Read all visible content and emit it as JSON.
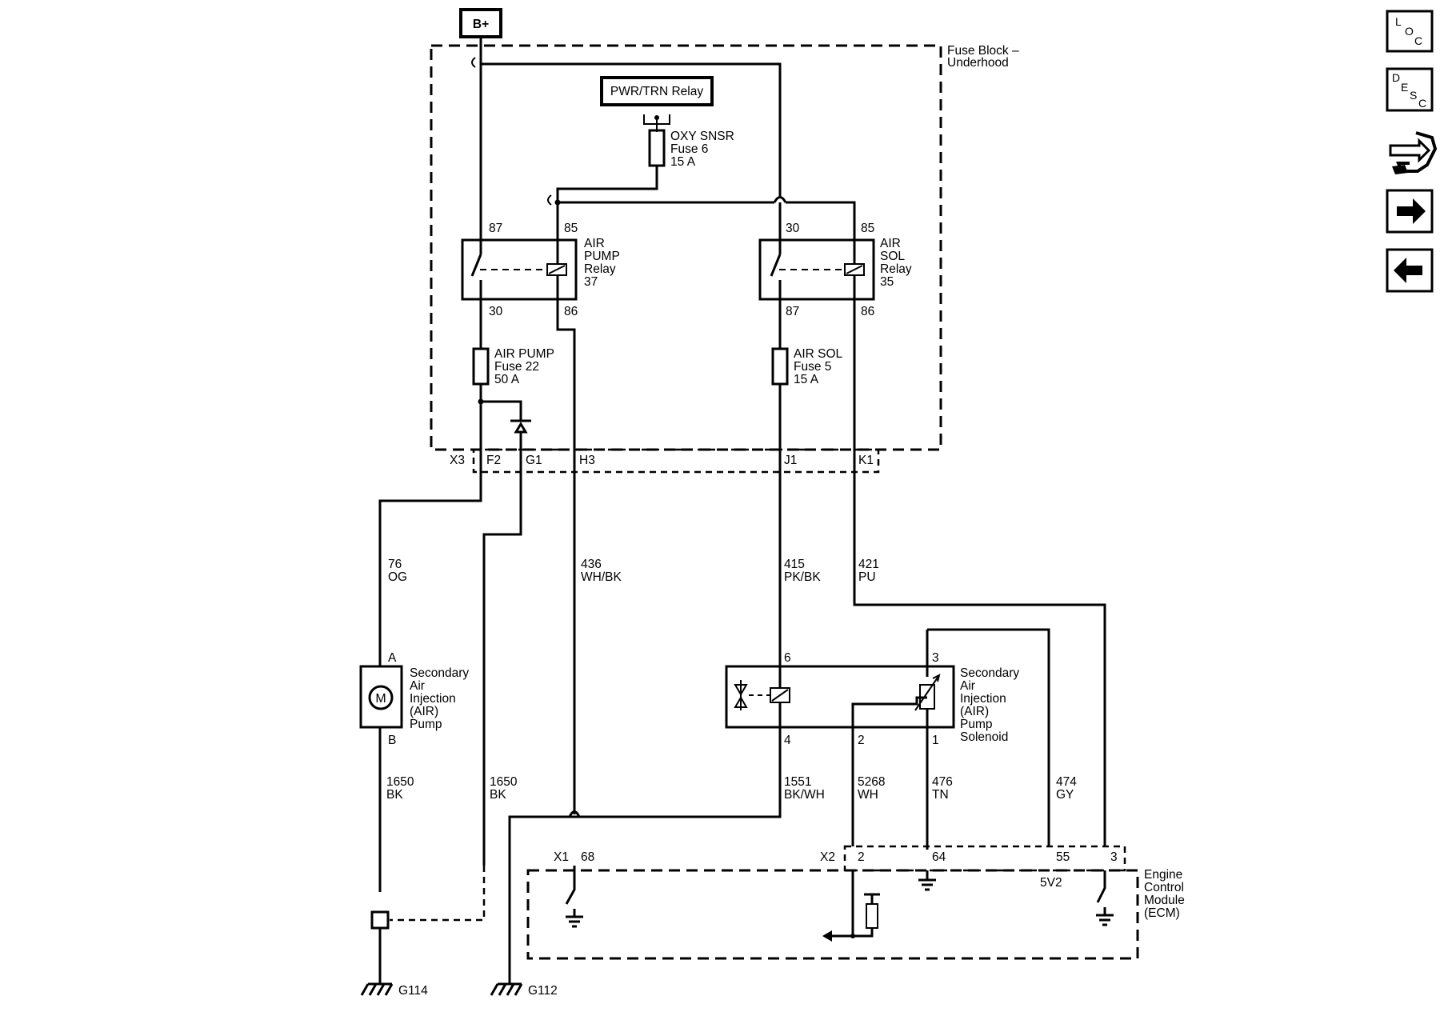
{
  "power": {
    "bplus": "B+"
  },
  "fuse_block": {
    "label_line1": "Fuse Block –",
    "label_line2": "Underhood"
  },
  "pwr_trn_relay": {
    "label": "PWR/TRN Relay"
  },
  "oxy_fuse": {
    "line1": "OXY SNSR",
    "line2": "Fuse 6",
    "line3": "15 A"
  },
  "air_pump_relay": {
    "line1": "AIR",
    "line2": "PUMP",
    "line3": "Relay",
    "line4": "37",
    "pin_87": "87",
    "pin_85": "85",
    "pin_30": "30",
    "pin_86": "86"
  },
  "air_sol_relay": {
    "line1": "AIR",
    "line2": "SOL",
    "line3": "Relay",
    "line4": "35",
    "pin_30": "30",
    "pin_85": "85",
    "pin_87": "87",
    "pin_86": "86"
  },
  "air_pump_fuse": {
    "line1": "AIR PUMP",
    "line2": "Fuse 22",
    "line3": "50 A"
  },
  "air_sol_fuse": {
    "line1": "AIR SOL",
    "line2": "Fuse 5",
    "line3": "15 A"
  },
  "connector_x3": {
    "name": "X3",
    "pins": [
      "F2",
      "G1",
      "H3",
      "J1",
      "K1"
    ]
  },
  "wires": {
    "w76": {
      "num": "76",
      "color": "OG"
    },
    "w436": {
      "num": "436",
      "color": "WH/BK"
    },
    "w415": {
      "num": "415",
      "color": "PK/BK"
    },
    "w421": {
      "num": "421",
      "color": "PU"
    },
    "w1650a": {
      "num": "1650",
      "color": "BK"
    },
    "w1650b": {
      "num": "1650",
      "color": "BK"
    },
    "w1551": {
      "num": "1551",
      "color": "BK/WH"
    },
    "w5268": {
      "num": "5268",
      "color": "WH"
    },
    "w476": {
      "num": "476",
      "color": "TN"
    },
    "w474": {
      "num": "474",
      "color": "GY"
    }
  },
  "pump_motor": {
    "pin_a": "A",
    "pin_b": "B",
    "symbol": "M",
    "line1": "Secondary",
    "line2": "Air",
    "line3": "Injection",
    "line4": "(AIR)",
    "line5": "Pump"
  },
  "solenoid": {
    "pin_6": "6",
    "pin_3": "3",
    "pin_4": "4",
    "pin_2": "2",
    "pin_1": "1",
    "line1": "Secondary",
    "line2": "Air",
    "line3": "Injection",
    "line4": "(AIR)",
    "line5": "Pump",
    "line6": "Solenoid"
  },
  "ecm": {
    "x1": "X1",
    "x1_pin": "68",
    "x2": "X2",
    "x2_pins": [
      "2",
      "64",
      "55",
      "3"
    ],
    "ref": "5V2",
    "line1": "Engine",
    "line2": "Control",
    "line3": "Module",
    "line4": "(ECM)"
  },
  "grounds": {
    "g114": "G114",
    "g112": "G112"
  },
  "nav": {
    "loc": {
      "l1": "L",
      "l2": "O",
      "l3": "C",
      "icon": "location-icon"
    },
    "desc": {
      "l1": "D",
      "l2": "E",
      "l3": "S",
      "l4": "C",
      "icon": "description-icon"
    },
    "connector": {
      "icon": "connector-icon"
    },
    "next": {
      "icon": "arrow-right-icon"
    },
    "prev": {
      "icon": "arrow-left-icon"
    }
  }
}
